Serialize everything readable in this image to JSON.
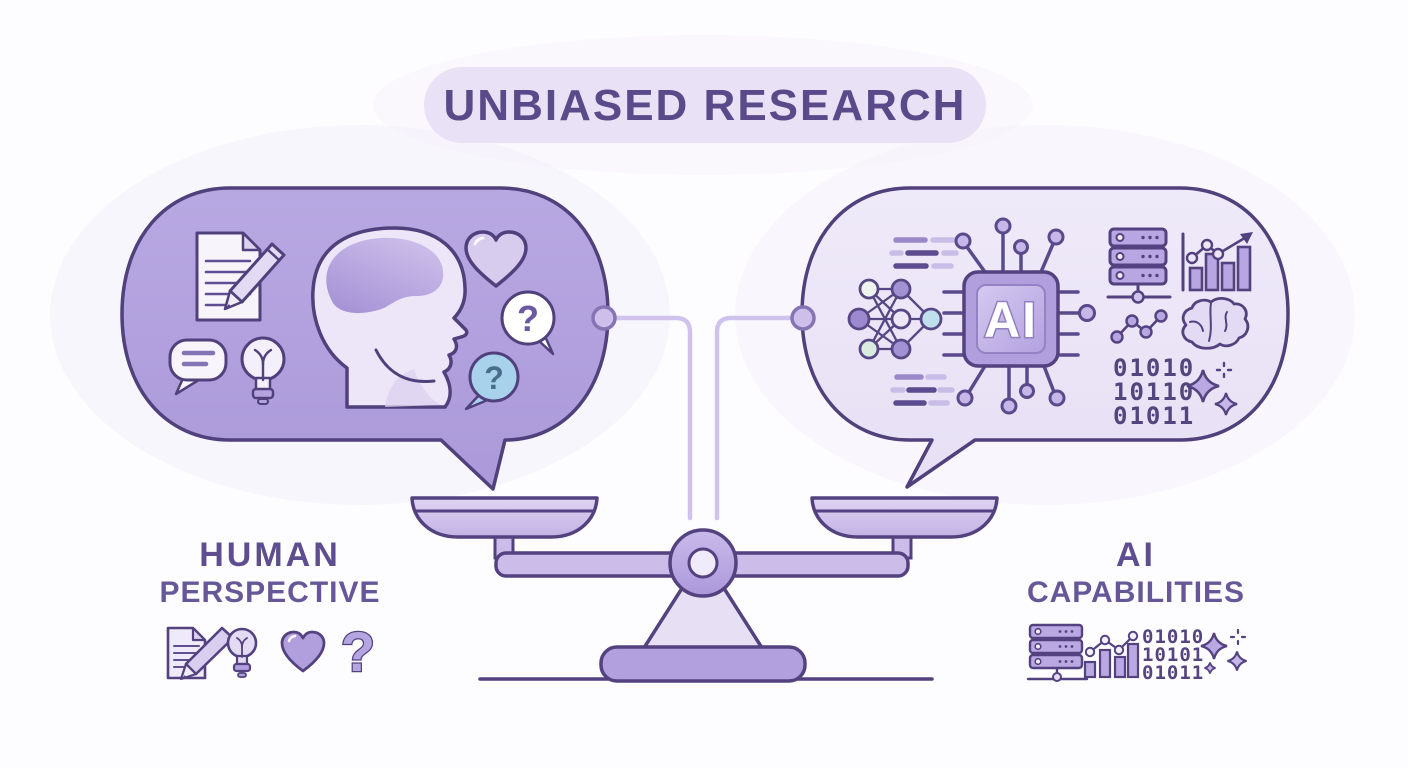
{
  "banner": {
    "title": "UNBIASED RESEARCH"
  },
  "left": {
    "heading1": "HUMAN",
    "heading2": "PERSPECTIVE",
    "white_question": "?",
    "blue_question": "?",
    "bottom_question": "?",
    "bubble_icons": [
      "document-pencil",
      "chat-lines",
      "lightbulb",
      "head-profile",
      "heart",
      "question-bubble-white",
      "question-bubble-blue"
    ],
    "bottom_icons": [
      "document-pencil",
      "lightbulb",
      "heart",
      "question-mark"
    ]
  },
  "right": {
    "heading1": "AI",
    "heading2": "CAPABILITIES",
    "chip_label": "AI",
    "bubble_binary": [
      "01010",
      "10110",
      "01011"
    ],
    "bottom_binary": [
      "01010",
      "10101",
      "01011"
    ],
    "bubble_icons": [
      "text-lines",
      "neural-network",
      "ai-chip",
      "server-stack",
      "bar-chart-trend",
      "line-chart",
      "brain",
      "binary-code",
      "sparkles"
    ],
    "bottom_icons": [
      "server-stack",
      "bar-chart",
      "binary-code",
      "sparkles"
    ]
  },
  "center": {
    "element": "balance-scale"
  },
  "colors": {
    "outline": "#53427f",
    "left_bubble_fill": "#b3a2de",
    "right_bubble_fill": "#ece7f8",
    "banner_fill": "#e9e1f6",
    "title_text": "#5b4a8a",
    "label_text": "#5e4e90",
    "medium_purple": "#b2a0de",
    "light_lavender": "#ded4f2",
    "accent_blue": "#a8d2ec",
    "connector": "#cfc3ed"
  }
}
